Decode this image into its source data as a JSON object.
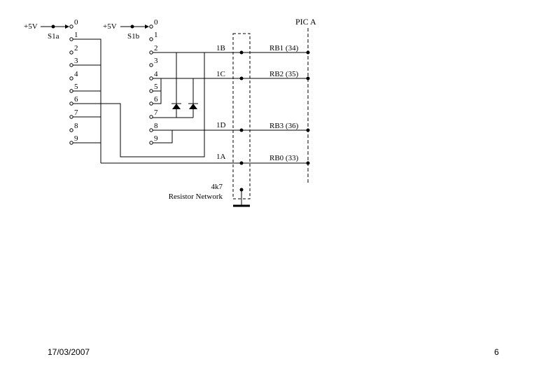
{
  "switches": {
    "s1a": {
      "label": "S1a",
      "supply": "+5V",
      "positions": [
        "0",
        "1",
        "2",
        "3",
        "4",
        "5",
        "6",
        "7",
        "8",
        "9"
      ]
    },
    "s1b": {
      "label": "S1b",
      "supply": "+5V",
      "positions": [
        "0",
        "1",
        "2",
        "3",
        "4",
        "5",
        "6",
        "7",
        "8",
        "9"
      ]
    }
  },
  "nets": [
    "1B",
    "1C",
    "1D",
    "1A"
  ],
  "pins": [
    "RB1 (34)",
    "RB2 (35)",
    "RB3 (36)",
    "RB0 (33)"
  ],
  "resistor_network": {
    "value": "4k7",
    "label": "Resistor Network"
  },
  "pic": {
    "label": "PIC A"
  },
  "footer": {
    "date": "17/03/2007",
    "page_number": "6"
  }
}
